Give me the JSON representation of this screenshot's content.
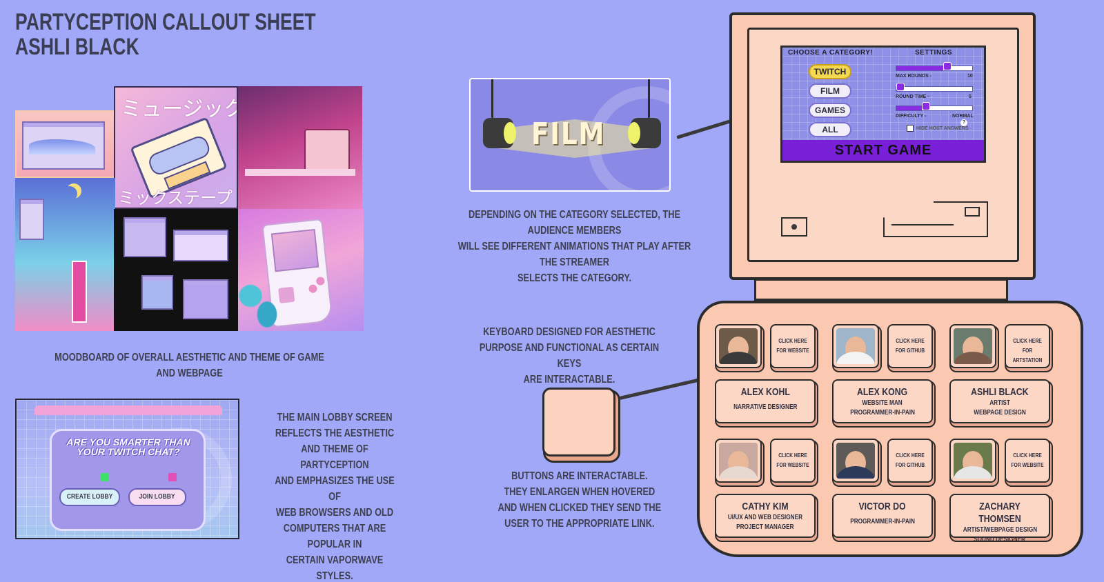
{
  "header": {
    "line1": "PARTYCEPTION CALLOUT SHEET",
    "line2": "ASHLI BLACK"
  },
  "moodboard": {
    "jp_top": "ミュージック",
    "jp_bottom": "ミックステープ",
    "caption": "MOODBOARD OF OVERALL AESTHETIC AND THEME OF GAME AND WEBPAGE"
  },
  "lobby": {
    "question": "ARE YOU SMARTER THAN YOUR TWITCH CHAT?",
    "create_label": "CREATE LOBBY",
    "join_label": "JOIN LOBBY",
    "caption": "THE MAIN LOBBY SCREEN\nREFLECTS THE AESTHETIC\nAND THEME OF PARTYCEPTION\nAND EMPHASIZES THE USE OF\nWEB BROWSERS AND OLD\nCOMPUTERS THAT ARE POPULAR IN\nCERTAIN VAPORWAVE STYLES."
  },
  "film": {
    "label": "FILM",
    "caption": "DEPENDING ON THE CATEGORY SELECTED, THE AUDIENCE MEMBERS\nWILL SEE DIFFERENT ANIMATIONS THAT PLAY AFTER THE STREAMER\nSELECTS THE CATEGORY."
  },
  "keyboard_note": {
    "caption": "KEYBOARD DESIGNED FOR AESTHETIC\nPURPOSE AND FUNCTIONAL AS CERTAIN KEYS\nARE INTERACTABLE."
  },
  "buttons_note": {
    "caption": "BUTTONS ARE INTERACTABLE.\nTHEY ENLARGEN WHEN HOVERED\nAND WHEN CLICKED THEY SEND THE\nUSER TO THE APPROPRIATE LINK."
  },
  "screen": {
    "choose_title": "CHOOSE A CATEGORY!",
    "settings_title": "SETTINGS",
    "categories": [
      "TWITCH",
      "FILM",
      "GAMES",
      "ALL"
    ],
    "selected_category": "TWITCH",
    "max_rounds_label": "MAX ROUNDS -",
    "max_rounds_value": "10",
    "round_time_label": "ROUND TIME -",
    "round_time_value": "5",
    "difficulty_label": "DIFFICULTY -",
    "difficulty_value": "NORMAL",
    "hide_host_label": "HIDE HOST ANSWERS",
    "help_glyph": "?",
    "start_label": "START GAME"
  },
  "team": [
    {
      "name": "ALEX KOHL",
      "role1": "NARRATIVE DESIGNER",
      "role2": "",
      "link": "CLICK HERE FOR WEBSITE"
    },
    {
      "name": "ALEX KONG",
      "role1": "WEBSITE MAN",
      "role2": "PROGRAMMER-IN-PAIN",
      "link": "CLICK HERE FOR GITHUB"
    },
    {
      "name": "ASHLI BLACK",
      "role1": "ARTIST",
      "role2": "WEBPAGE DESIGN",
      "link": "CLICK HERE FOR ARTSTATION"
    },
    {
      "name": "CATHY KIM",
      "role1": "UI/UX AND WEB DESIGNER",
      "role2": "PROJECT MANAGER",
      "link": "CLICK HERE FOR WEBSITE"
    },
    {
      "name": "VICTOR DO",
      "role1": "PROGRAMMER-IN-PAIN",
      "role2": "",
      "link": "CLICK HERE FOR GITHUB"
    },
    {
      "name": "ZACHARY THOMSEN",
      "role1": "ARTIST/WEBPAGE DESIGN",
      "role2": "SOUND DESIGNER",
      "link": "CLICK HERE FOR WEBSITE"
    }
  ],
  "colors": {
    "background": "#a1a8f8",
    "peach": "#fbc9b2",
    "outline": "#2b2b2b",
    "purple": "#7a1fd8",
    "twitch_yellow": "#f4d850"
  }
}
